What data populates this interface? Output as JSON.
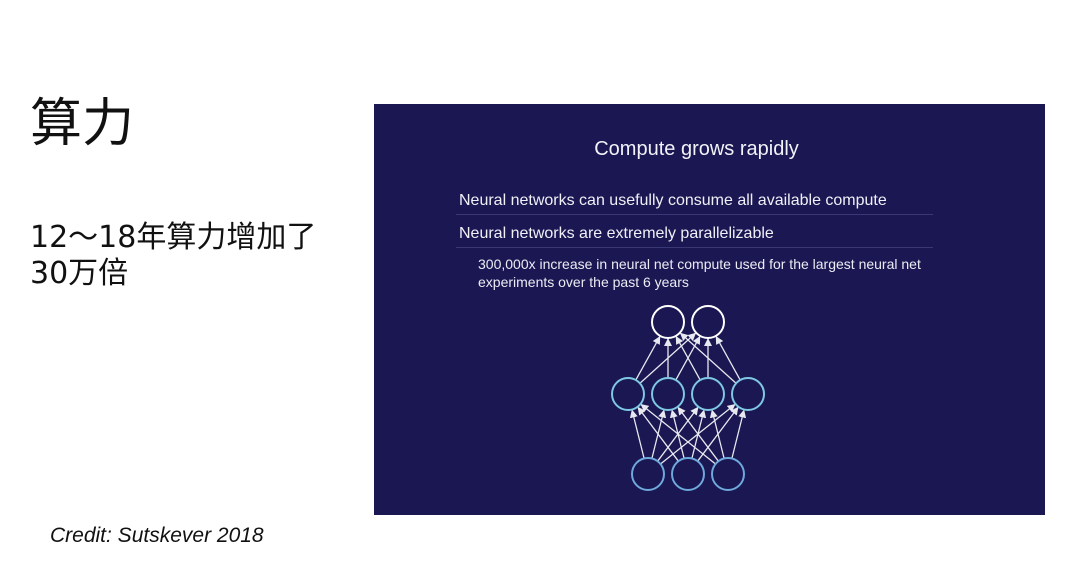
{
  "slide": {
    "title": "算力",
    "subtitle": "12～18年算力增加了30万倍",
    "credit": "Credit: Sutskever 2018"
  },
  "embedded_slide": {
    "title": "Compute grows rapidly",
    "bullets": [
      "Neural networks can usefully consume all available compute",
      "Neural networks are extremely parallelizable"
    ],
    "sub_bullet": "300,000x increase in neural net compute used for the largest neural net experiments over the past 6 years",
    "network": {
      "layers": [
        3,
        4,
        2
      ]
    },
    "colors": {
      "background": "#1a1752",
      "input_neuron": "#6fa8dc",
      "hidden_neuron": "#7ec8e3",
      "output_neuron": "#ffffff",
      "edge": "#e8e8f0"
    }
  }
}
